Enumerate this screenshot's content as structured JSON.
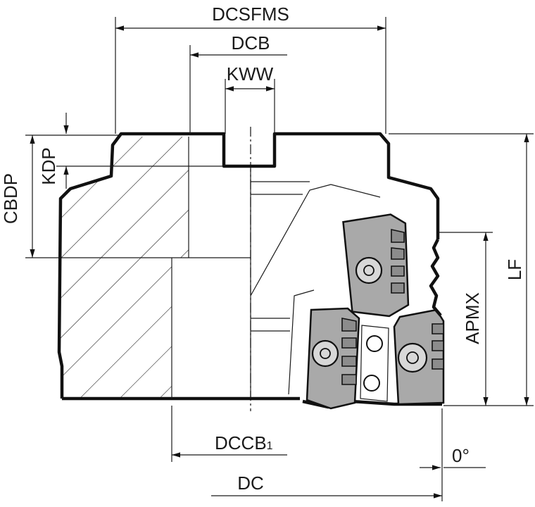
{
  "dimensions": {
    "dcsfms": "DCSFMS",
    "dcb": "DCB",
    "kww": "KWW",
    "kdp": "KDP",
    "cbdp": "CBDP",
    "lf": "LF",
    "apmx": "APMX",
    "dccb": "DCCB",
    "dccb_sub": "1",
    "dc": "DC",
    "angle": "0°"
  }
}
